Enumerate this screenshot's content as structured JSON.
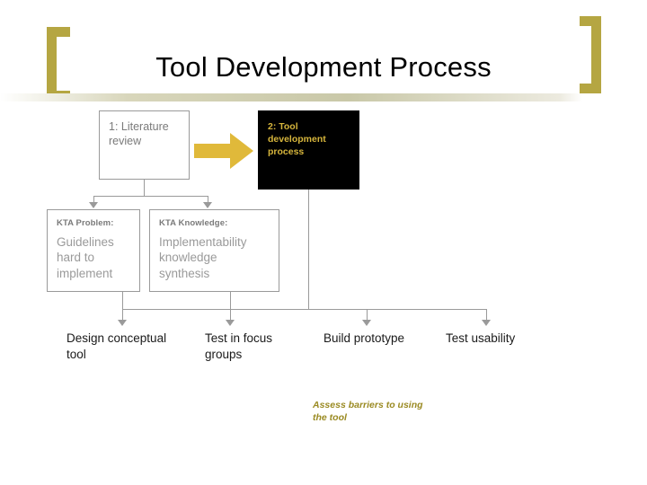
{
  "slide": {
    "title": "Tool Development Process",
    "accent_color": "#b5a642",
    "rule_color": "#c9c8a8"
  },
  "diagram": {
    "type": "flowchart",
    "boxes": [
      {
        "id": "literature-review",
        "label": "1: Literature review",
        "style": "white-box",
        "text_color": "#7a7a7a"
      },
      {
        "id": "tool-development-process",
        "label": "2: Tool development process",
        "style": "black-box",
        "text_color": "#d6b53c"
      },
      {
        "id": "kta-problem",
        "heading": "KTA Problem:",
        "label": "Guidelines hard to implement",
        "style": "white-box",
        "text_color": "#9a9a9a"
      },
      {
        "id": "kta-knowledge",
        "heading": "KTA Knowledge:",
        "label": "Implementability knowledge synthesis",
        "style": "white-box",
        "text_color": "#9a9a9a"
      }
    ],
    "steps": [
      {
        "id": "design-conceptual-tool",
        "label": "Design conceptual tool"
      },
      {
        "id": "test-in-focus-groups",
        "label": "Test in focus groups"
      },
      {
        "id": "build-prototype",
        "label": "Build prototype"
      },
      {
        "id": "test-usability",
        "label": "Test usability"
      }
    ],
    "note": {
      "id": "assess-barriers",
      "label": "Assess barriers to using the tool",
      "text_color": "#9a8a22"
    },
    "big_arrow": {
      "id": "flow-arrow",
      "direction": "right",
      "color": "#e0b93a"
    }
  }
}
